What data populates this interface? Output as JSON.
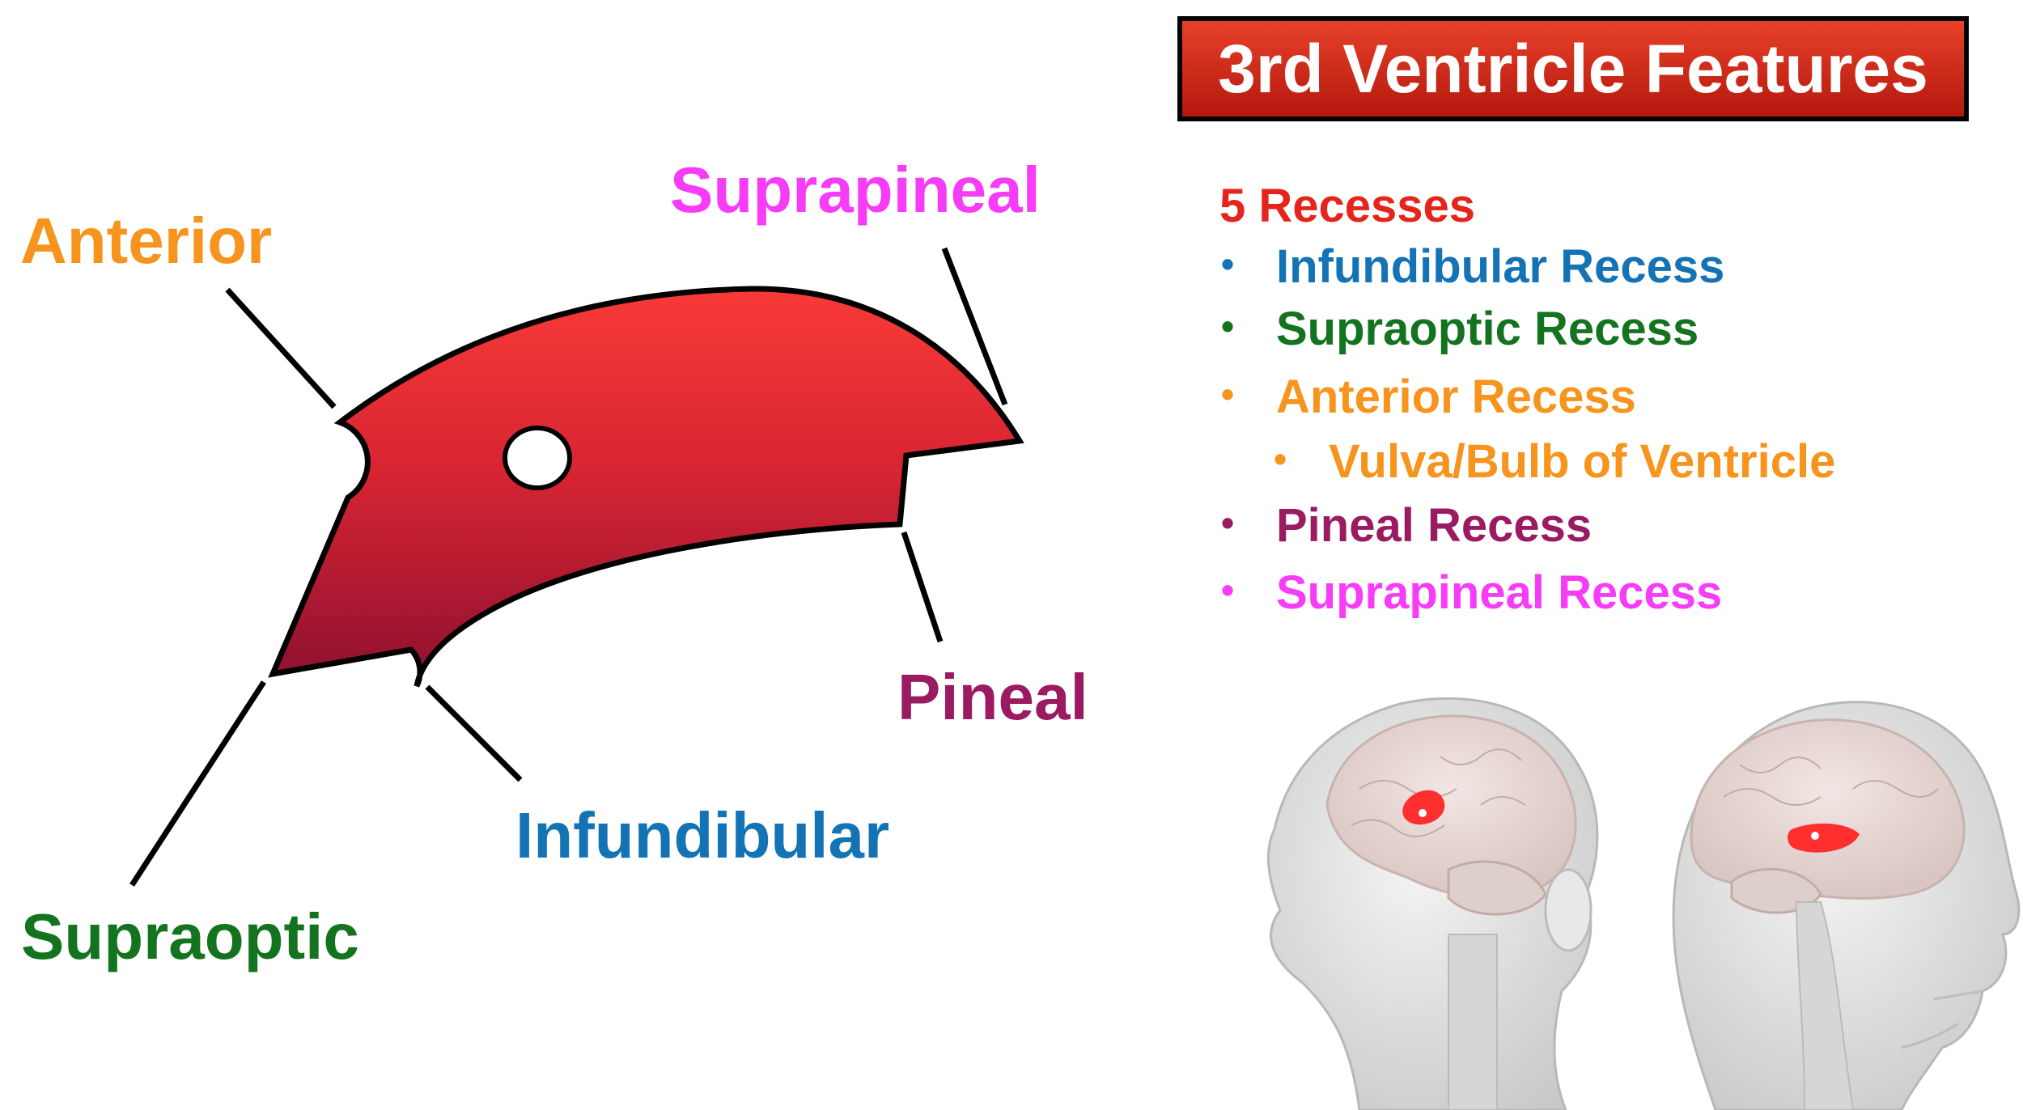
{
  "title": "3rd Ventricle Features",
  "colors": {
    "ventricle_top": "#f83a36",
    "ventricle_bottom": "#8e1030",
    "anterior": "#f7941d",
    "suprapineal": "#f73cf7",
    "pineal": "#9b1b62",
    "infundibular": "#1473b5",
    "supraoptic": "#14731e",
    "recesses_header": "#e5241b"
  },
  "diagram_labels": {
    "anterior": "Anterior",
    "suprapineal": "Suprapineal",
    "pineal": "Pineal",
    "infundibular": "Infundibular",
    "supraoptic": "Supraoptic"
  },
  "recesses": {
    "header": "5 Recesses",
    "items": [
      {
        "text": "Infundibular Recess",
        "color": "#1473b5",
        "level": 1
      },
      {
        "text": "Supraoptic Recess",
        "color": "#14731e",
        "level": 1
      },
      {
        "text": "Anterior Recess",
        "color": "#f7941d",
        "level": 1
      },
      {
        "text": "Vulva/Bulb of Ventricle",
        "color": "#f7941d",
        "level": 2
      },
      {
        "text": "Pineal Recess",
        "color": "#9b1b62",
        "level": 1
      },
      {
        "text": "Suprapineal Recess",
        "color": "#f73cf7",
        "level": 1
      }
    ]
  },
  "bullet_glyph": "•"
}
